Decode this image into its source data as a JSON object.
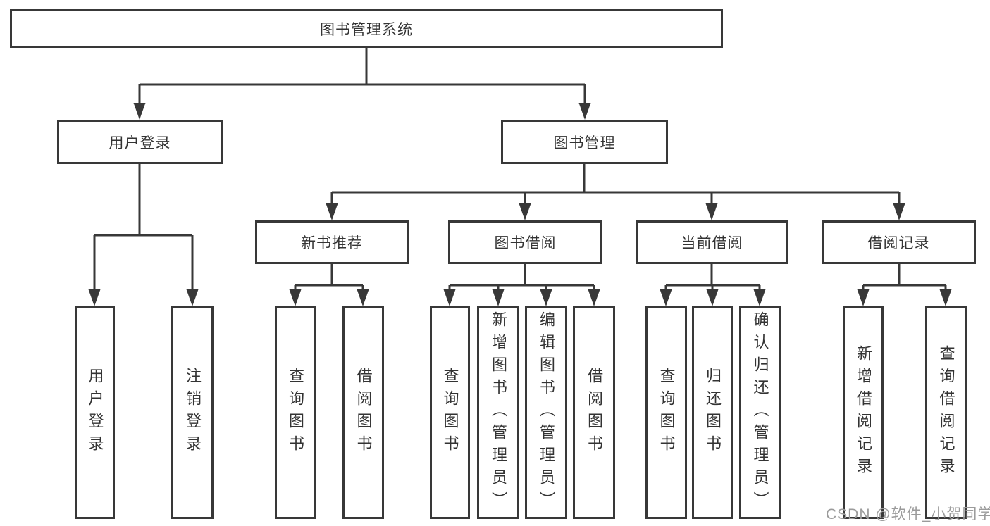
{
  "diagram": {
    "type": "hierarchy-flowchart",
    "root_label": "图书管理系统",
    "structure": {
      "图书管理系统": {
        "用户登录": [
          "用户登录",
          "注销登录"
        ],
        "图书管理": {
          "新书推荐": [
            "查询图书",
            "借阅图书"
          ],
          "图书借阅": [
            "查询图书",
            "新增图书（管理员）",
            "编辑图书（管理员）",
            "借阅图书"
          ],
          "当前借阅": [
            "查询图书",
            "归还图书",
            "确认归还（管理员）"
          ],
          "借阅记录": [
            "新增借阅记录",
            "查询借阅记录"
          ]
        }
      }
    }
  },
  "nodes": {
    "root": {
      "label": "图书管理系统"
    },
    "user_login": {
      "label": "用户登录"
    },
    "book_mgmt": {
      "label": "图书管理"
    },
    "new_book_rec": {
      "label": "新书推荐"
    },
    "book_borrow": {
      "label": "图书借阅"
    },
    "current_borrow": {
      "label": "当前借阅"
    },
    "borrow_record": {
      "label": "借阅记录"
    },
    "leaf_user_login": {
      "label": "用户登录"
    },
    "leaf_logout": {
      "label": "注销登录"
    },
    "nb_query_book": {
      "label": "查询图书"
    },
    "nb_borrow_book": {
      "label": "借阅图书"
    },
    "bb_query_book": {
      "label": "查询图书"
    },
    "bb_add_book": {
      "label": "新增图书（管理员）"
    },
    "bb_edit_book": {
      "label": "编辑图书（管理员）"
    },
    "bb_borrow_book": {
      "label": "借阅图书"
    },
    "cb_query_book": {
      "label": "查询图书"
    },
    "cb_return_book": {
      "label": "归还图书"
    },
    "cb_confirm_return": {
      "label": "确认归还（管理员）"
    },
    "br_add_record": {
      "label": "新增借阅记录"
    },
    "br_query_record": {
      "label": "查询借阅记录"
    }
  },
  "watermark": {
    "text": "CSDN @软件_小贺同学",
    "color": "#9b9b9b"
  },
  "colors": {
    "line": "#383838",
    "text": "#333333",
    "background": "#ffffff"
  }
}
